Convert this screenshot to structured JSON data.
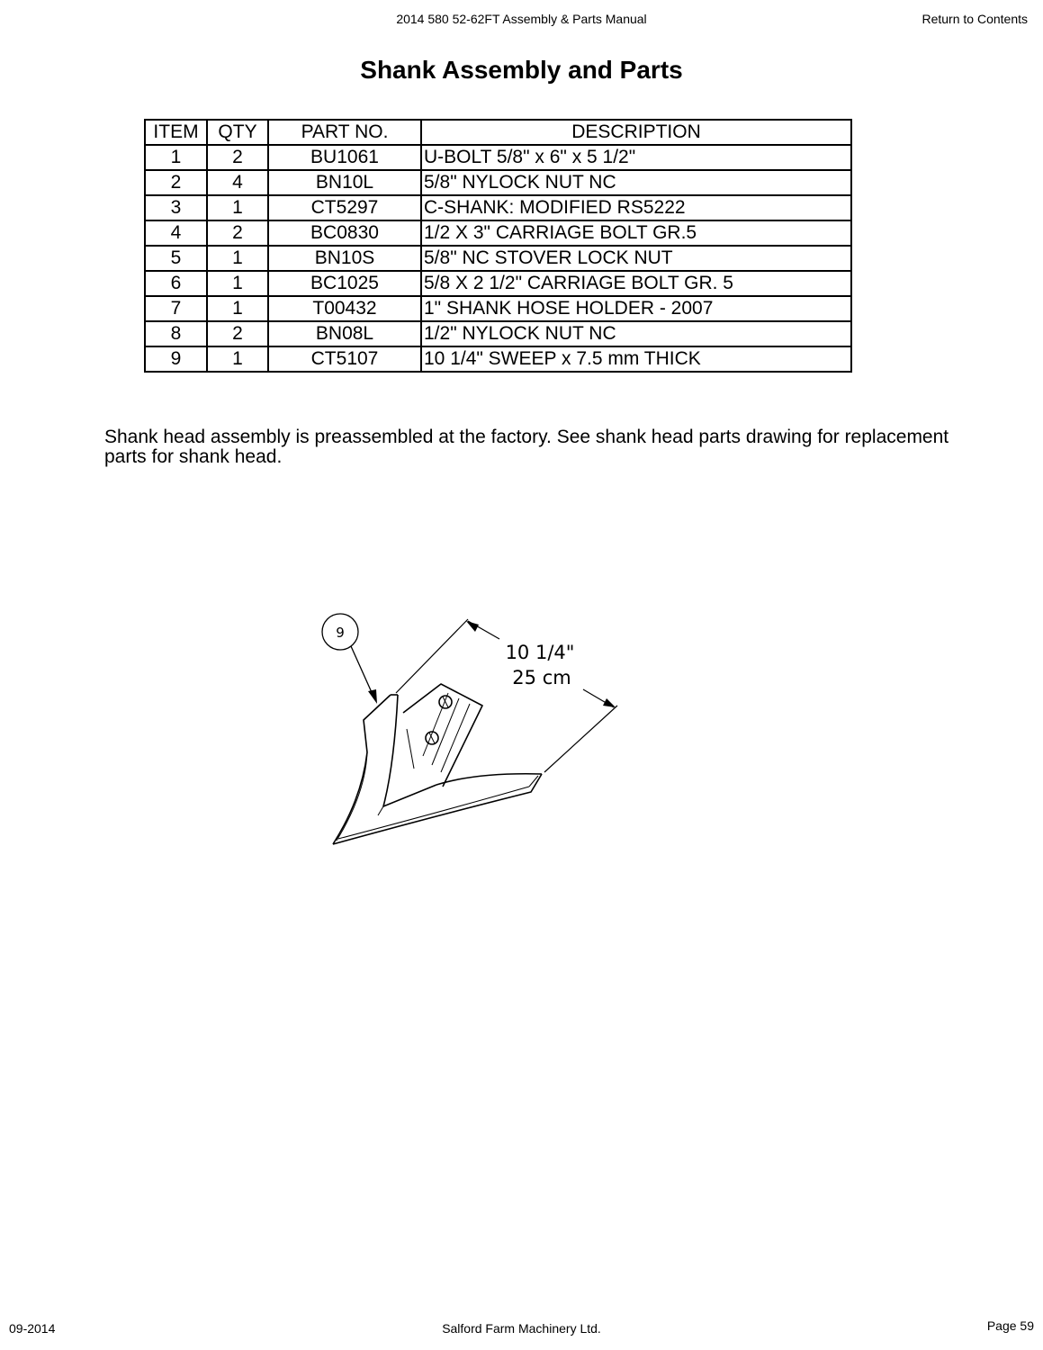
{
  "header": {
    "title": "2014 580 52-62FT Assembly & Parts Manual",
    "return_link": "Return to Contents"
  },
  "page_title": "Shank Assembly and Parts",
  "table": {
    "columns": [
      "ITEM",
      "QTY",
      "PART NO.",
      "DESCRIPTION"
    ],
    "rows": [
      {
        "item": "1",
        "qty": "2",
        "part_no": "BU1061",
        "description": "U-BOLT 5/8\" x 6\" x 5 1/2\""
      },
      {
        "item": "2",
        "qty": "4",
        "part_no": "BN10L",
        "description": "5/8\" NYLOCK NUT NC"
      },
      {
        "item": "3",
        "qty": "1",
        "part_no": "CT5297",
        "description": "C-SHANK: MODIFIED RS5222"
      },
      {
        "item": "4",
        "qty": "2",
        "part_no": "BC0830",
        "description": "1/2 X 3\" CARRIAGE BOLT GR.5"
      },
      {
        "item": "5",
        "qty": "1",
        "part_no": "BN10S",
        "description": "5/8\" NC STOVER LOCK NUT"
      },
      {
        "item": "6",
        "qty": "1",
        "part_no": "BC1025",
        "description": "5/8 X 2 1/2\" CARRIAGE BOLT GR. 5"
      },
      {
        "item": "7",
        "qty": "1",
        "part_no": "T00432",
        "description": "1\" SHANK HOSE HOLDER - 2007"
      },
      {
        "item": "8",
        "qty": "2",
        "part_no": "BN08L",
        "description": "1/2\" NYLOCK NUT NC"
      },
      {
        "item": "9",
        "qty": "1",
        "part_no": "CT5107",
        "description": "10 1/4\" SWEEP x 7.5 mm THICK"
      }
    ]
  },
  "note": "Shank head assembly is preassembled at the factory. See shank head parts drawing for replacement parts for shank head.",
  "drawing": {
    "callout_number": "9",
    "dimension_imperial": "10 1/4\"",
    "dimension_metric": "25 cm"
  },
  "footer": {
    "date": "09-2014",
    "company": "Salford Farm Machinery Ltd.",
    "page": "Page 59"
  }
}
